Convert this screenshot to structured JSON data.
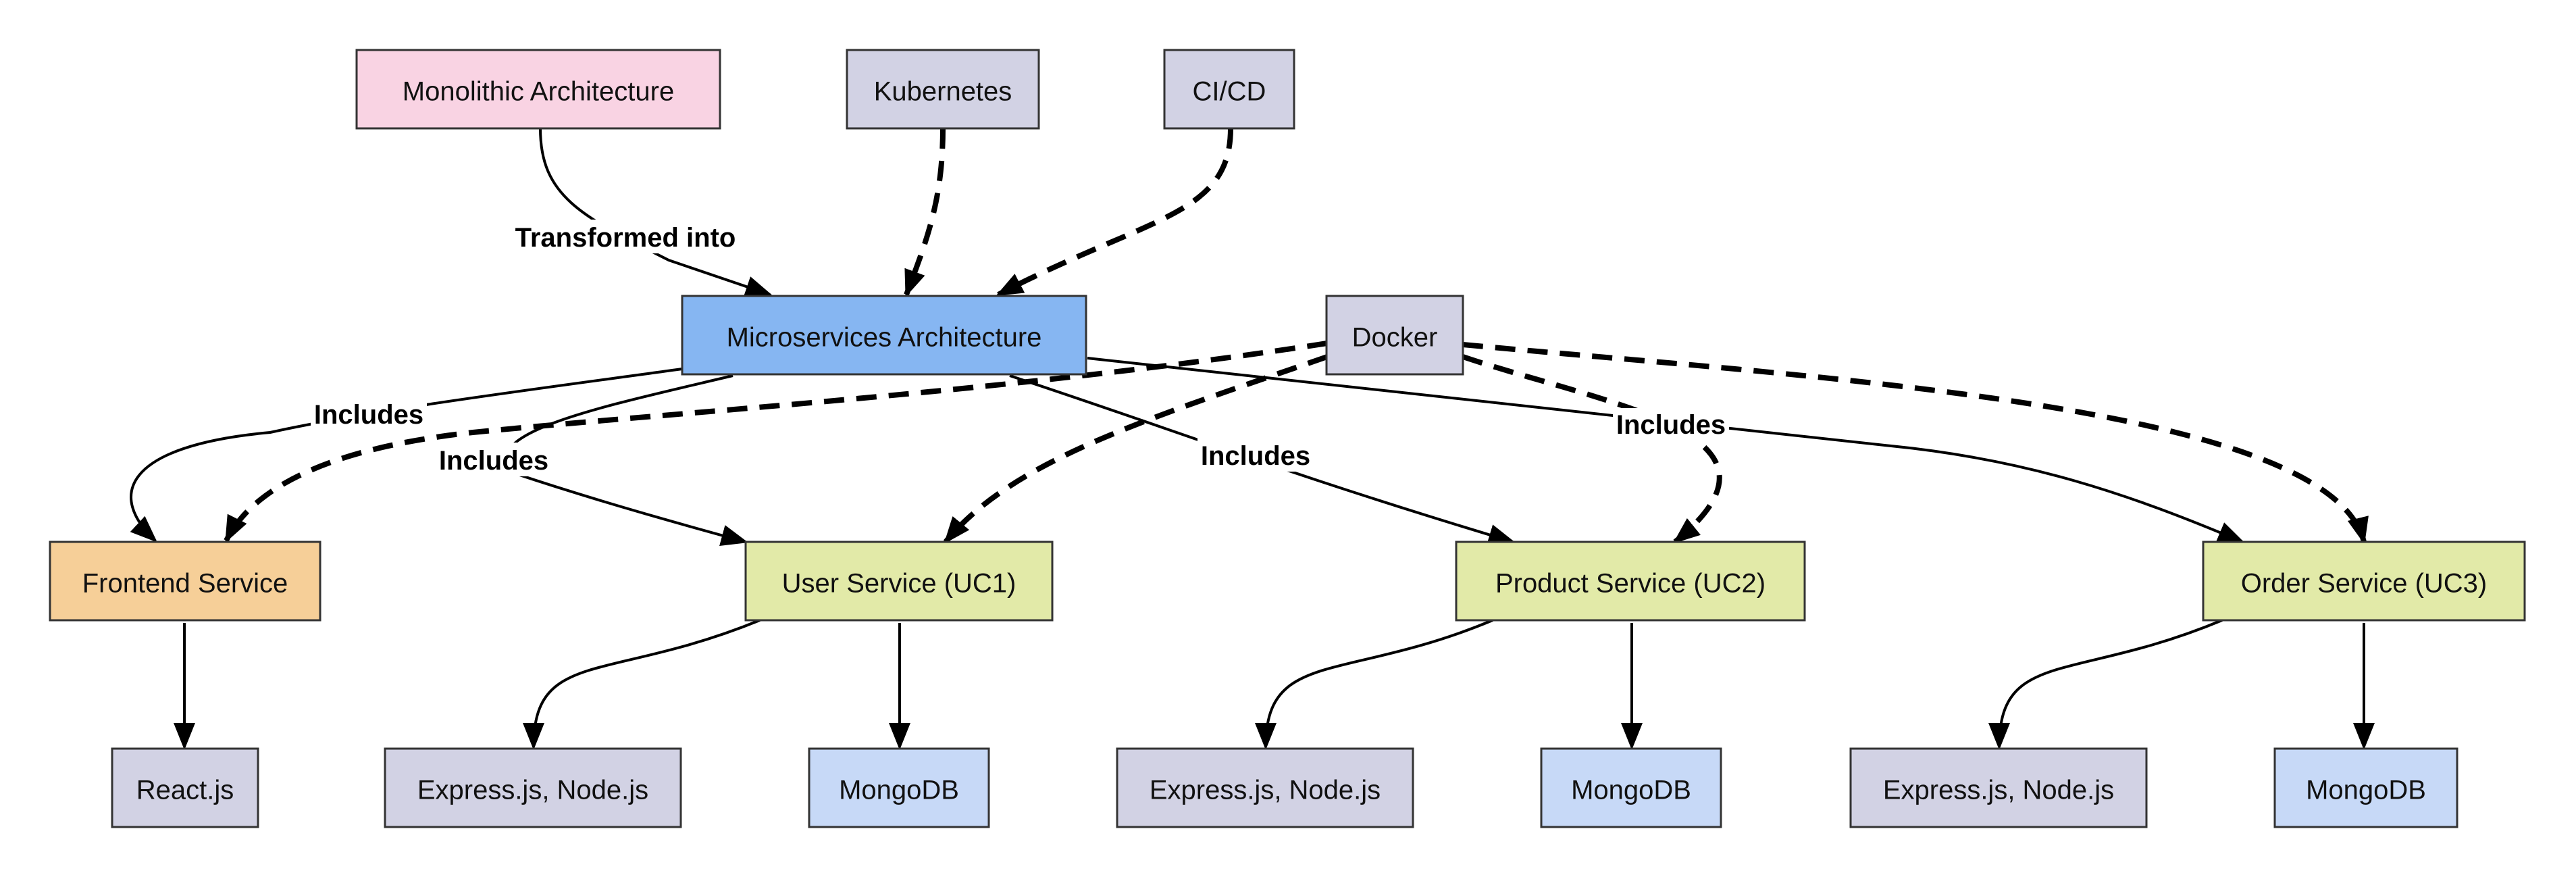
{
  "nodes": {
    "monolithic": {
      "label": "Monolithic Architecture",
      "fill": "#f9d3e3"
    },
    "kubernetes": {
      "label": "Kubernetes",
      "fill": "#d2d2e4"
    },
    "cicd": {
      "label": "CI/CD",
      "fill": "#d2d2e4"
    },
    "microservices": {
      "label": "Microservices Architecture",
      "fill": "#86b6f2"
    },
    "docker": {
      "label": "Docker",
      "fill": "#d2d2e4"
    },
    "frontend": {
      "label": "Frontend Service",
      "fill": "#f6cf98"
    },
    "user_service": {
      "label": "User Service (UC1)",
      "fill": "#e2eaa8"
    },
    "product_service": {
      "label": "Product Service (UC2)",
      "fill": "#e2eaa8"
    },
    "order_service": {
      "label": "Order Service (UC3)",
      "fill": "#e2eaa8"
    },
    "react": {
      "label": "React.js",
      "fill": "#d2d2e4"
    },
    "express_1": {
      "label": "Express.js, Node.js",
      "fill": "#d2d2e4"
    },
    "mongodb_1": {
      "label": "MongoDB",
      "fill": "#c7d9f7"
    },
    "express_2": {
      "label": "Express.js, Node.js",
      "fill": "#d2d2e4"
    },
    "mongodb_2": {
      "label": "MongoDB",
      "fill": "#c7d9f7"
    },
    "express_3": {
      "label": "Express.js, Node.js",
      "fill": "#d2d2e4"
    },
    "mongodb_3": {
      "label": "MongoDB",
      "fill": "#c7d9f7"
    }
  },
  "edges": {
    "transformed": {
      "from": "monolithic",
      "to": "microservices",
      "label": "Transformed into",
      "style": "solid"
    },
    "k8s": {
      "from": "kubernetes",
      "to": "microservices",
      "style": "dashed"
    },
    "cicd": {
      "from": "cicd",
      "to": "microservices",
      "style": "dashed"
    },
    "includes_frontend": {
      "from": "microservices",
      "to": "frontend",
      "label": "Includes",
      "style": "solid"
    },
    "includes_user": {
      "from": "microservices",
      "to": "user_service",
      "label": "Includes",
      "style": "solid"
    },
    "includes_product": {
      "from": "microservices",
      "to": "product_service",
      "label": "Includes",
      "style": "solid"
    },
    "includes_order": {
      "from": "microservices",
      "to": "order_service",
      "label": "Includes",
      "style": "solid"
    },
    "docker_frontend": {
      "from": "docker",
      "to": "frontend",
      "style": "dashed"
    },
    "docker_user": {
      "from": "docker",
      "to": "user_service",
      "style": "dashed"
    },
    "docker_product": {
      "from": "docker",
      "to": "product_service",
      "style": "dashed"
    },
    "docker_order": {
      "from": "docker",
      "to": "order_service",
      "style": "dashed"
    },
    "frontend_react": {
      "from": "frontend",
      "to": "react",
      "style": "solid"
    },
    "user_express": {
      "from": "user_service",
      "to": "express_1",
      "style": "solid"
    },
    "user_mongo": {
      "from": "user_service",
      "to": "mongodb_1",
      "style": "solid"
    },
    "product_express": {
      "from": "product_service",
      "to": "express_2",
      "style": "solid"
    },
    "product_mongo": {
      "from": "product_service",
      "to": "mongodb_2",
      "style": "solid"
    },
    "order_express": {
      "from": "order_service",
      "to": "express_3",
      "style": "solid"
    },
    "order_mongo": {
      "from": "order_service",
      "to": "mongodb_3",
      "style": "solid"
    }
  }
}
